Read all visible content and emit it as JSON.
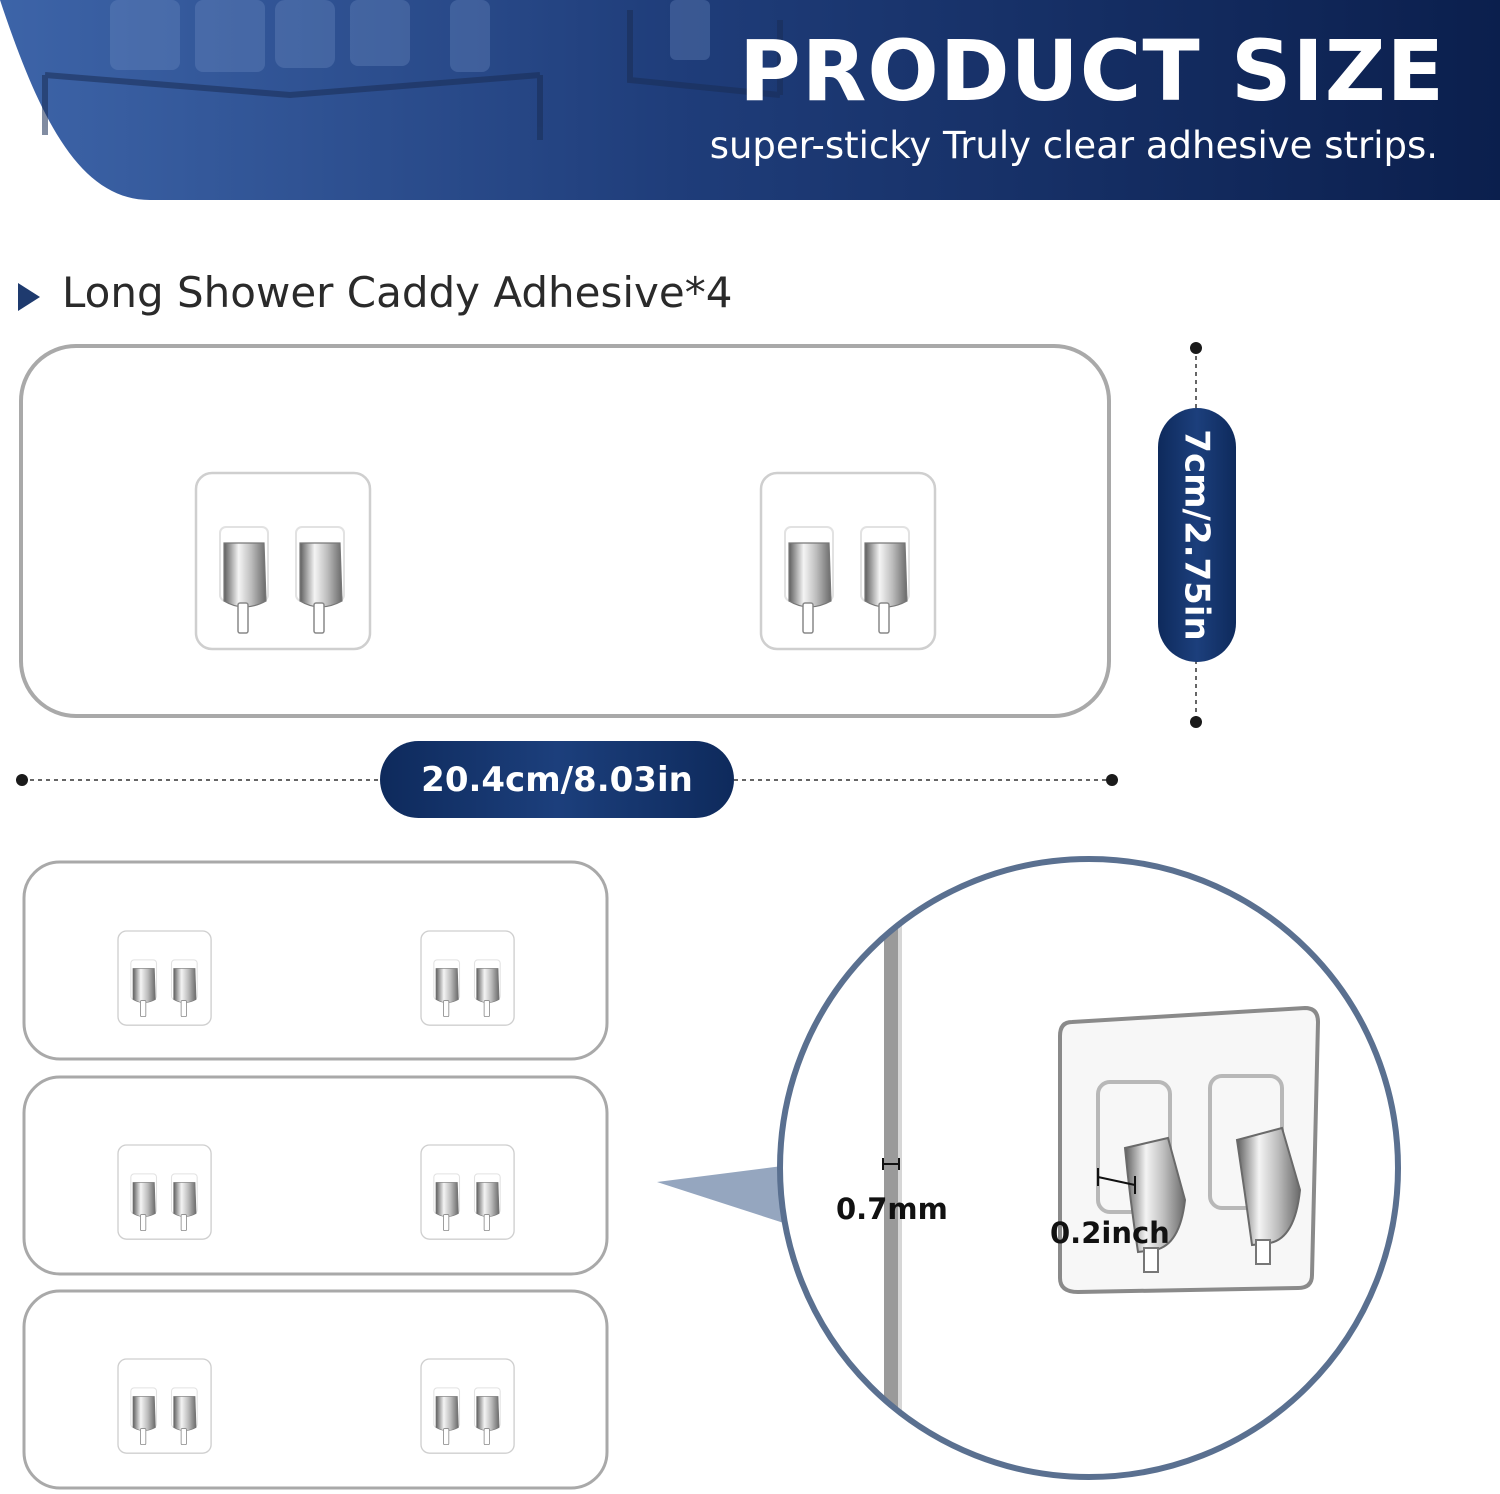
{
  "header": {
    "title": "PRODUCT SIZE",
    "subtitle": "super-sticky Truly clear adhesive strips."
  },
  "section": {
    "label": "Long Shower Caddy Adhesive*4"
  },
  "dimensions": {
    "width_label": "20.4cm/8.03in",
    "height_label": "7cm/2.75in",
    "thickness_label": "0.7mm",
    "hook_depth_label": "0.2inch"
  },
  "colors": {
    "navy": "#0e2a5c",
    "banner_blue": "#1c3f7c",
    "circle_border": "#5a7090",
    "strip_border": "#a9a9a9"
  }
}
